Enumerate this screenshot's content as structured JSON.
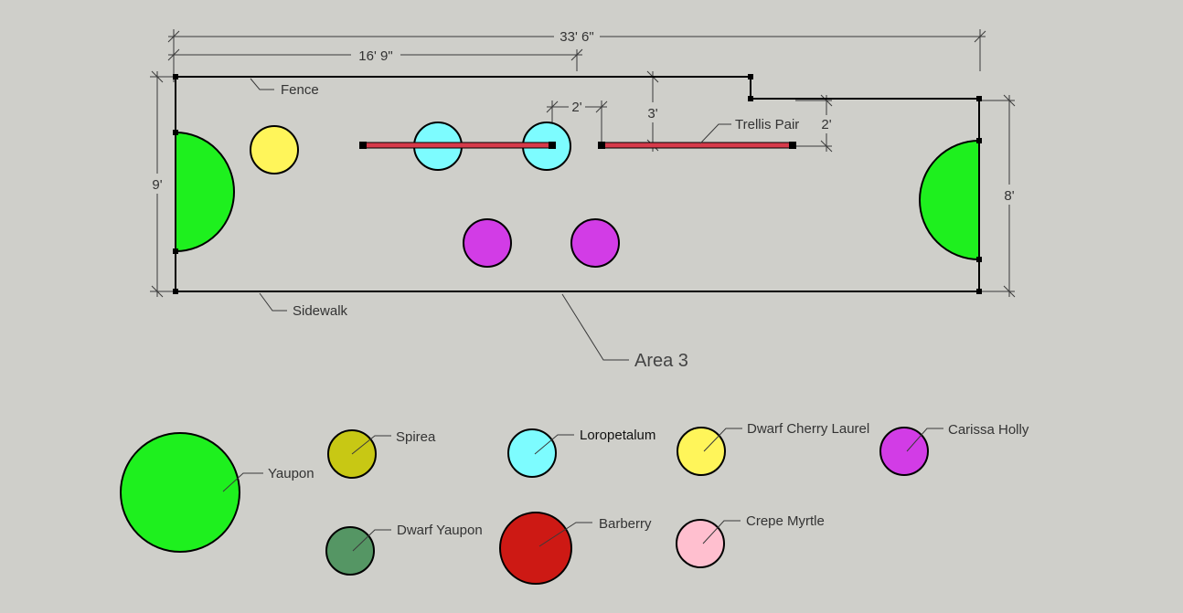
{
  "dimensions": {
    "overall_length": "33' 6\"",
    "fence_to_step": "16' 9\"",
    "left_width": "9'",
    "right_width": "8'",
    "trellis_gap": "2'",
    "trellis_to_fence": "3'",
    "step_offset": "2'"
  },
  "labels": {
    "fence": "Fence",
    "sidewalk": "Sidewalk",
    "trellis": "Trellis Pair",
    "area": "Area 3"
  },
  "legend": [
    {
      "name": "Yaupon",
      "color": "#1ef01e"
    },
    {
      "name": "Spirea",
      "color": "#c8c814"
    },
    {
      "name": "Loropetalum",
      "color": "#7dfcff"
    },
    {
      "name": "Dwarf Cherry Laurel",
      "color": "#fff55a"
    },
    {
      "name": "Carissa Holly",
      "color": "#d23ce6"
    },
    {
      "name": "Dwarf Yaupon",
      "color": "#559664"
    },
    {
      "name": "Barberry",
      "color": "#cd1914"
    },
    {
      "name": "Crepe Myrtle",
      "color": "#ffbfcf"
    }
  ],
  "colors": {
    "trellis": "#d63a4a",
    "outline": "#000000"
  }
}
